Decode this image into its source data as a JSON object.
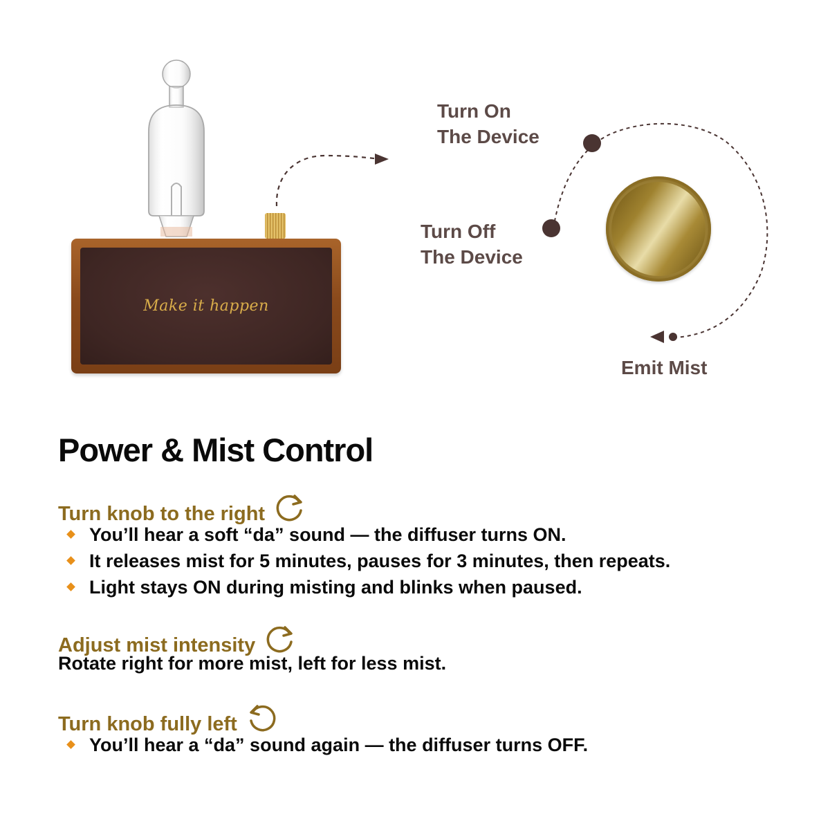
{
  "product": {
    "engraving": "Make it happen"
  },
  "diagram": {
    "turn_on_label": [
      "Turn On",
      "The Device"
    ],
    "turn_off_label": [
      "Turn Off",
      "The Device"
    ],
    "emit_mist_label": "Emit Mist"
  },
  "instructions": {
    "title": "Power & Mist Control",
    "sections": [
      {
        "subtitle": "Turn knob to the right",
        "icon": "rotate-clockwise-icon",
        "bullets": [
          "You’ll hear a soft “da” sound — the diffuser turns ON.",
          "It releases mist for 5 minutes, pauses for 3 minutes, then repeats.",
          "Light stays ON during misting and blinks when paused."
        ]
      },
      {
        "subtitle": "Adjust mist intensity",
        "icon": "rotate-clockwise-icon",
        "text": "Rotate right for more mist, left for less mist."
      },
      {
        "subtitle": "Turn knob fully left",
        "icon": "rotate-counterclockwise-icon",
        "bullets": [
          "You’ll hear a “da” sound again — the diffuser turns OFF."
        ]
      }
    ]
  },
  "colors": {
    "accent_gold": "#8c6b1f",
    "bullet_orange": "#e8901a",
    "label_brown": "#5c4a47",
    "dot_brown": "#4a3432"
  }
}
